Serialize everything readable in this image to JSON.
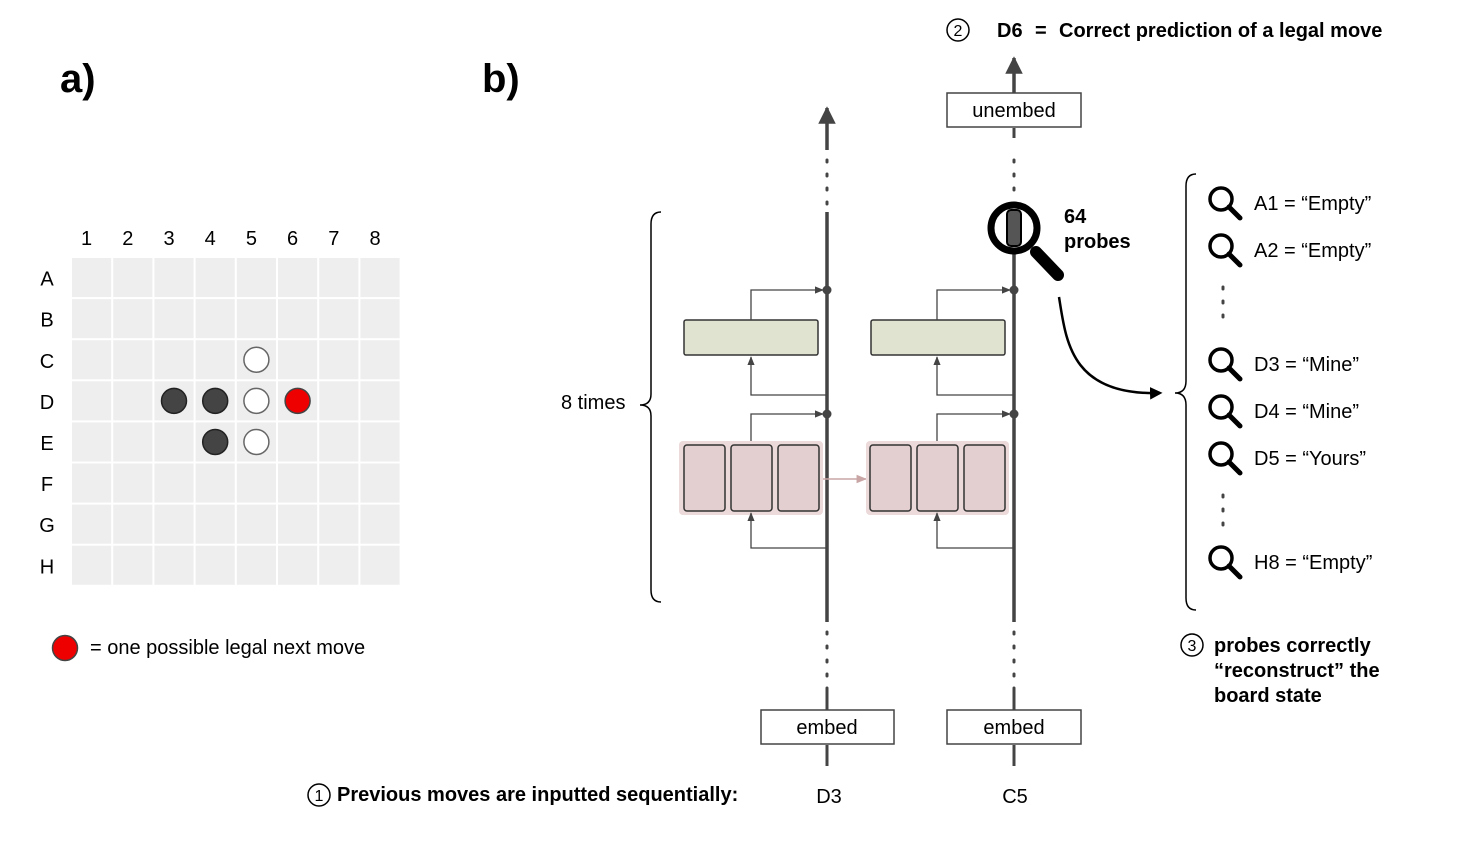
{
  "panel_a": {
    "label": "a)",
    "columns": [
      "1",
      "2",
      "3",
      "4",
      "5",
      "6",
      "7",
      "8"
    ],
    "rows": [
      "A",
      "B",
      "C",
      "D",
      "E",
      "F",
      "G",
      "H"
    ],
    "pieces": [
      {
        "row": "C",
        "col": "5",
        "color": "white"
      },
      {
        "row": "D",
        "col": "3",
        "color": "black"
      },
      {
        "row": "D",
        "col": "4",
        "color": "black"
      },
      {
        "row": "D",
        "col": "5",
        "color": "white"
      },
      {
        "row": "D",
        "col": "6",
        "color": "red"
      },
      {
        "row": "E",
        "col": "4",
        "color": "black"
      },
      {
        "row": "E",
        "col": "5",
        "color": "white"
      }
    ],
    "legend_text": "= one possible legal next move"
  },
  "panel_b": {
    "label": "b)",
    "prediction_step": "2",
    "prediction_move": "D6",
    "prediction_equals": "=",
    "prediction_text": "Correct prediction of a legal move",
    "unembed_label": "unembed",
    "embed_label": "embed",
    "times_label": "8 times",
    "probes_count": "64",
    "probes_word": "probes",
    "input_step": "1",
    "input_text": "Previous moves are inputted sequentially:",
    "inputs": [
      "D3",
      "C5"
    ],
    "probe_results": [
      {
        "text": "A1 = “Empty”"
      },
      {
        "text": "A2 = “Empty”"
      },
      {
        "text": "D3 = “Mine”"
      },
      {
        "text": "D4 = “Mine”"
      },
      {
        "text": "D5 = “Yours”"
      },
      {
        "text": "H8 = “Empty”"
      }
    ],
    "reconstruct_step": "3",
    "reconstruct_lines": [
      "probes correctly",
      "“reconstruct” the",
      "board state"
    ]
  },
  "colors": {
    "board_cell": "#eeeeee",
    "black_piece": "#444444",
    "red_piece": "#ee0000",
    "mlp_fill": "#dfe3d0",
    "attn_fill": "#e3cfd0",
    "attn_outer": "#ecd9d9",
    "stream": "#444444"
  }
}
